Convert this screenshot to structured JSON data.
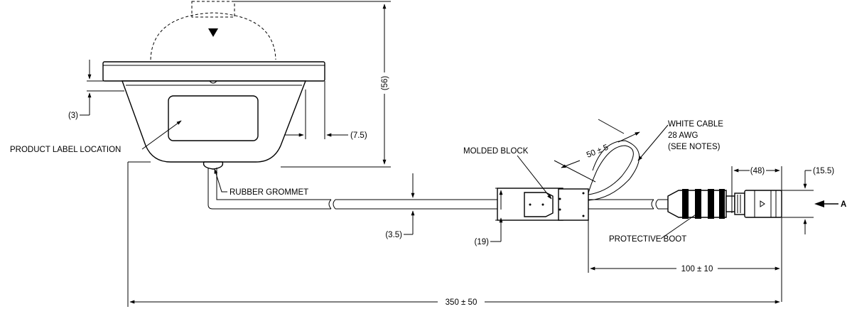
{
  "labels": {
    "product_label_location": "PRODUCT LABEL LOCATION",
    "rubber_grommet": "RUBBER GROMMET",
    "molded_block": "MOLDED BLOCK",
    "white_cable_1": "WHITE CABLE",
    "white_cable_2": "28 AWG",
    "white_cable_3": "(SEE NOTES)",
    "protective_boot": "PROTECTIVE BOOT",
    "view_a": "A"
  },
  "dimensions": {
    "d56": "(56)",
    "d3": "(3)",
    "d7_5": "(7.5)",
    "d3_5": "(3.5)",
    "d19": "(19)",
    "d50": "50 ± 5",
    "d48": "(48)",
    "d15_5": "(15.5)",
    "d100": "100 ± 10",
    "d350": "350 ± 50"
  }
}
